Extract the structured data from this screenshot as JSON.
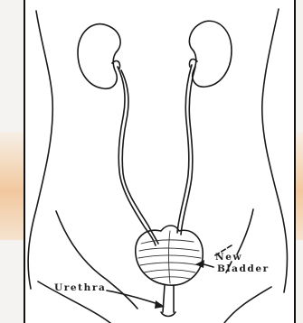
{
  "labels": {
    "new": "New",
    "bladder": "Bladder",
    "urethra": "Urethra"
  },
  "colors": {
    "background": "#f4f3f1",
    "band": "#f1c89e",
    "line": "#1a1a1a",
    "figure": "#ffffff"
  }
}
